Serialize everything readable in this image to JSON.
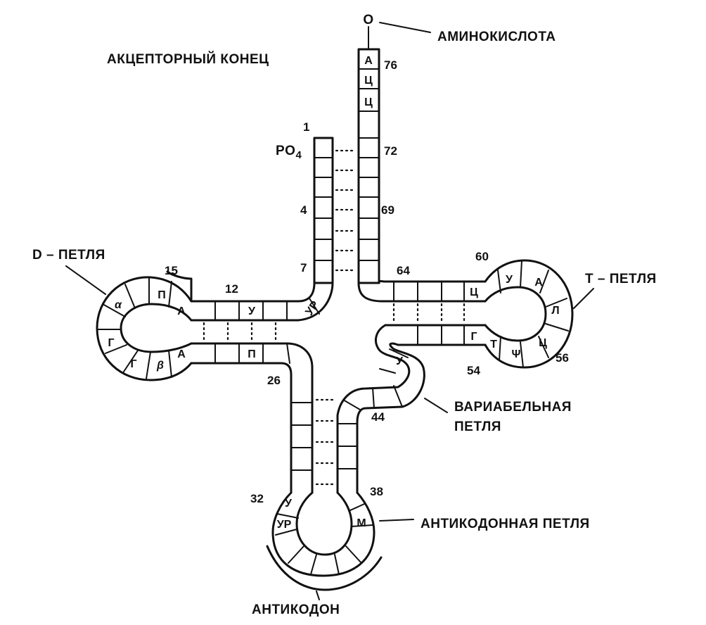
{
  "labels": {
    "amino_acid": "АМИНОКИСЛОТА",
    "o_mark": "O",
    "acceptor_end": "АКЦЕПТОРНЫЙ КОНЕЦ",
    "d_loop": "D – ПЕТЛЯ",
    "t_loop": "T – ПЕТЛЯ",
    "variable_loop_line1": "ВАРИАБЕЛЬНАЯ",
    "variable_loop_line2": "ПЕТЛЯ",
    "anticodon_loop": "АНТИКОДОННАЯ ПЕТЛЯ",
    "anticodon": "АНТИКОДОН",
    "phosphate": "PO",
    "phosphate_sub": "4"
  },
  "numbers": {
    "n1": "1",
    "n4": "4",
    "n7": "7",
    "n12": "12",
    "n15": "15",
    "n26": "26",
    "n32": "32",
    "n38": "38",
    "n44": "44",
    "n54": "54",
    "n56": "56",
    "n60": "60",
    "n64": "64",
    "n69": "69",
    "n72": "72",
    "n76": "76"
  },
  "bases": {
    "acceptor_a": "А",
    "acceptor_c": "Ц",
    "acceptor_c2": "Ц",
    "d_stem_a_top": "А",
    "d_loop_p": "П",
    "d_loop_alpha": "α",
    "d_loop_g1": "Г",
    "d_loop_g2": "Г",
    "d_loop_beta": "β",
    "d_stem_a_bottom": "А",
    "d_arm_u": "У",
    "d_arm_p": "П",
    "ur_1": "УР",
    "t_stem_c": "Ц",
    "t_loop_u": "У",
    "t_loop_a": "А",
    "t_loop_l": "Л",
    "t_loop_c": "Ц",
    "t_loop_psi": "Ψ",
    "t_loop_t": "Т",
    "t_stem_g": "Г",
    "var_u": "У",
    "ac_u": "У",
    "ac_ur": "УР",
    "ac_m": "М"
  }
}
